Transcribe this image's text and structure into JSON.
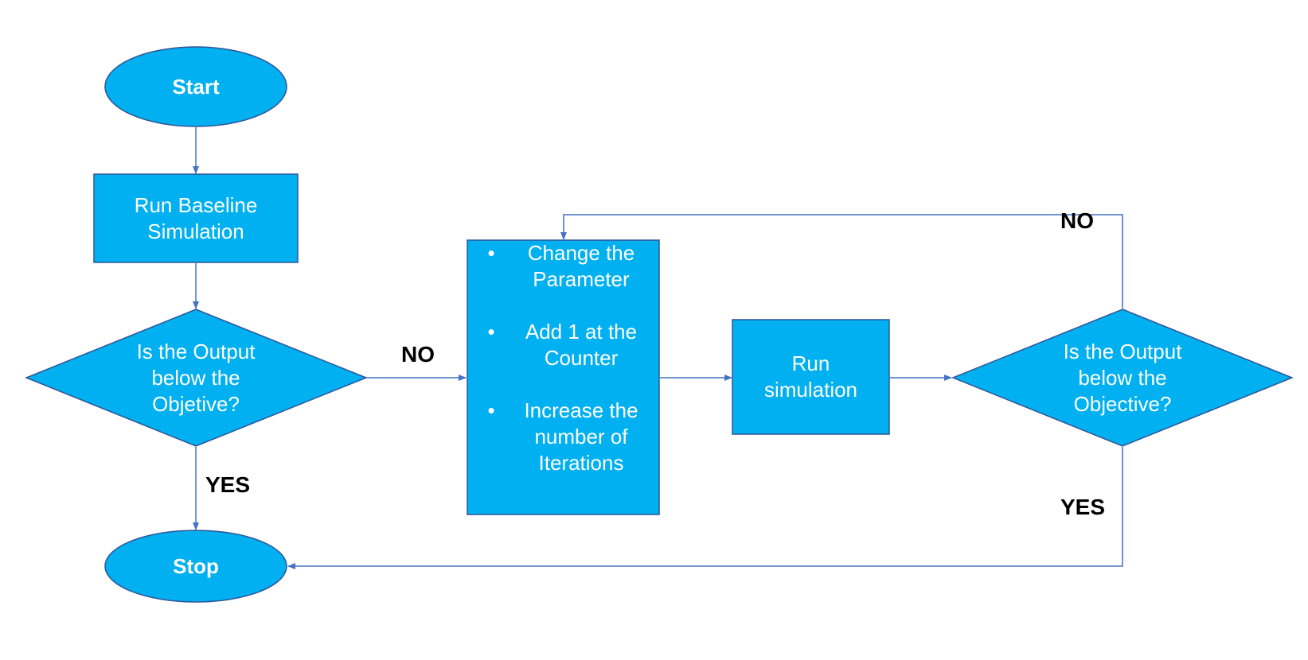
{
  "colors": {
    "fill": "#00b0f0",
    "stroke": "#2f5597",
    "connector": "#4472c4",
    "label": "#000000"
  },
  "nodes": {
    "start": "Start",
    "run_baseline": "Run Baseline Simulation",
    "decision_1": "Is the Output below the Objetive?",
    "process": {
      "items": [
        "Change the Parameter",
        "Add 1 at the Counter",
        "Increase the number of Iterations"
      ]
    },
    "run_simulation": "Run simulation",
    "decision_2": "Is the Output below the Objective?",
    "stop": "Stop"
  },
  "edge_labels": {
    "no_1": "NO",
    "yes_1": "YES",
    "no_2": "NO",
    "yes_2": "YES"
  }
}
